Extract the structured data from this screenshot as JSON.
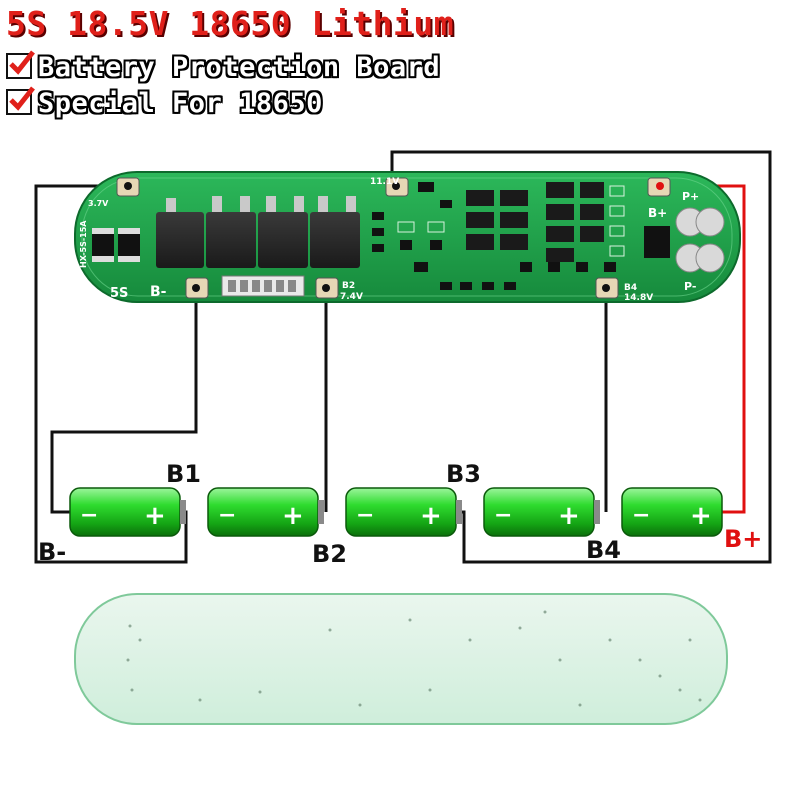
{
  "header": {
    "title": "5S 18.5V 18650 Lithium",
    "features": [
      "Battery Protection Board",
      "Special For 18650"
    ]
  },
  "board": {
    "model": "HX-5S-15A",
    "series_label": "5S",
    "pads": {
      "b_minus": "B-",
      "b2": "B2",
      "b2_voltage": "7.4V",
      "b3_voltage": "11.1V",
      "b4": "B4",
      "b4_voltage": "14.8V",
      "b_plus": "B+",
      "p_plus": "P+",
      "p_minus": "P-",
      "corner_voltage": "3.7V"
    }
  },
  "wiring": {
    "labels": {
      "b_minus": "B-",
      "b1": "B1",
      "b2": "B2",
      "b3": "B3",
      "b4": "B4",
      "b_plus": "B+"
    },
    "cell_minus": "−",
    "cell_plus": "+",
    "cell_count": 5
  },
  "colors": {
    "title": "#e0201a",
    "pcb_green": "#1fa64a",
    "cell_green": "#2fdc2f",
    "b_plus_wire": "#e01010",
    "wire": "#111111"
  }
}
